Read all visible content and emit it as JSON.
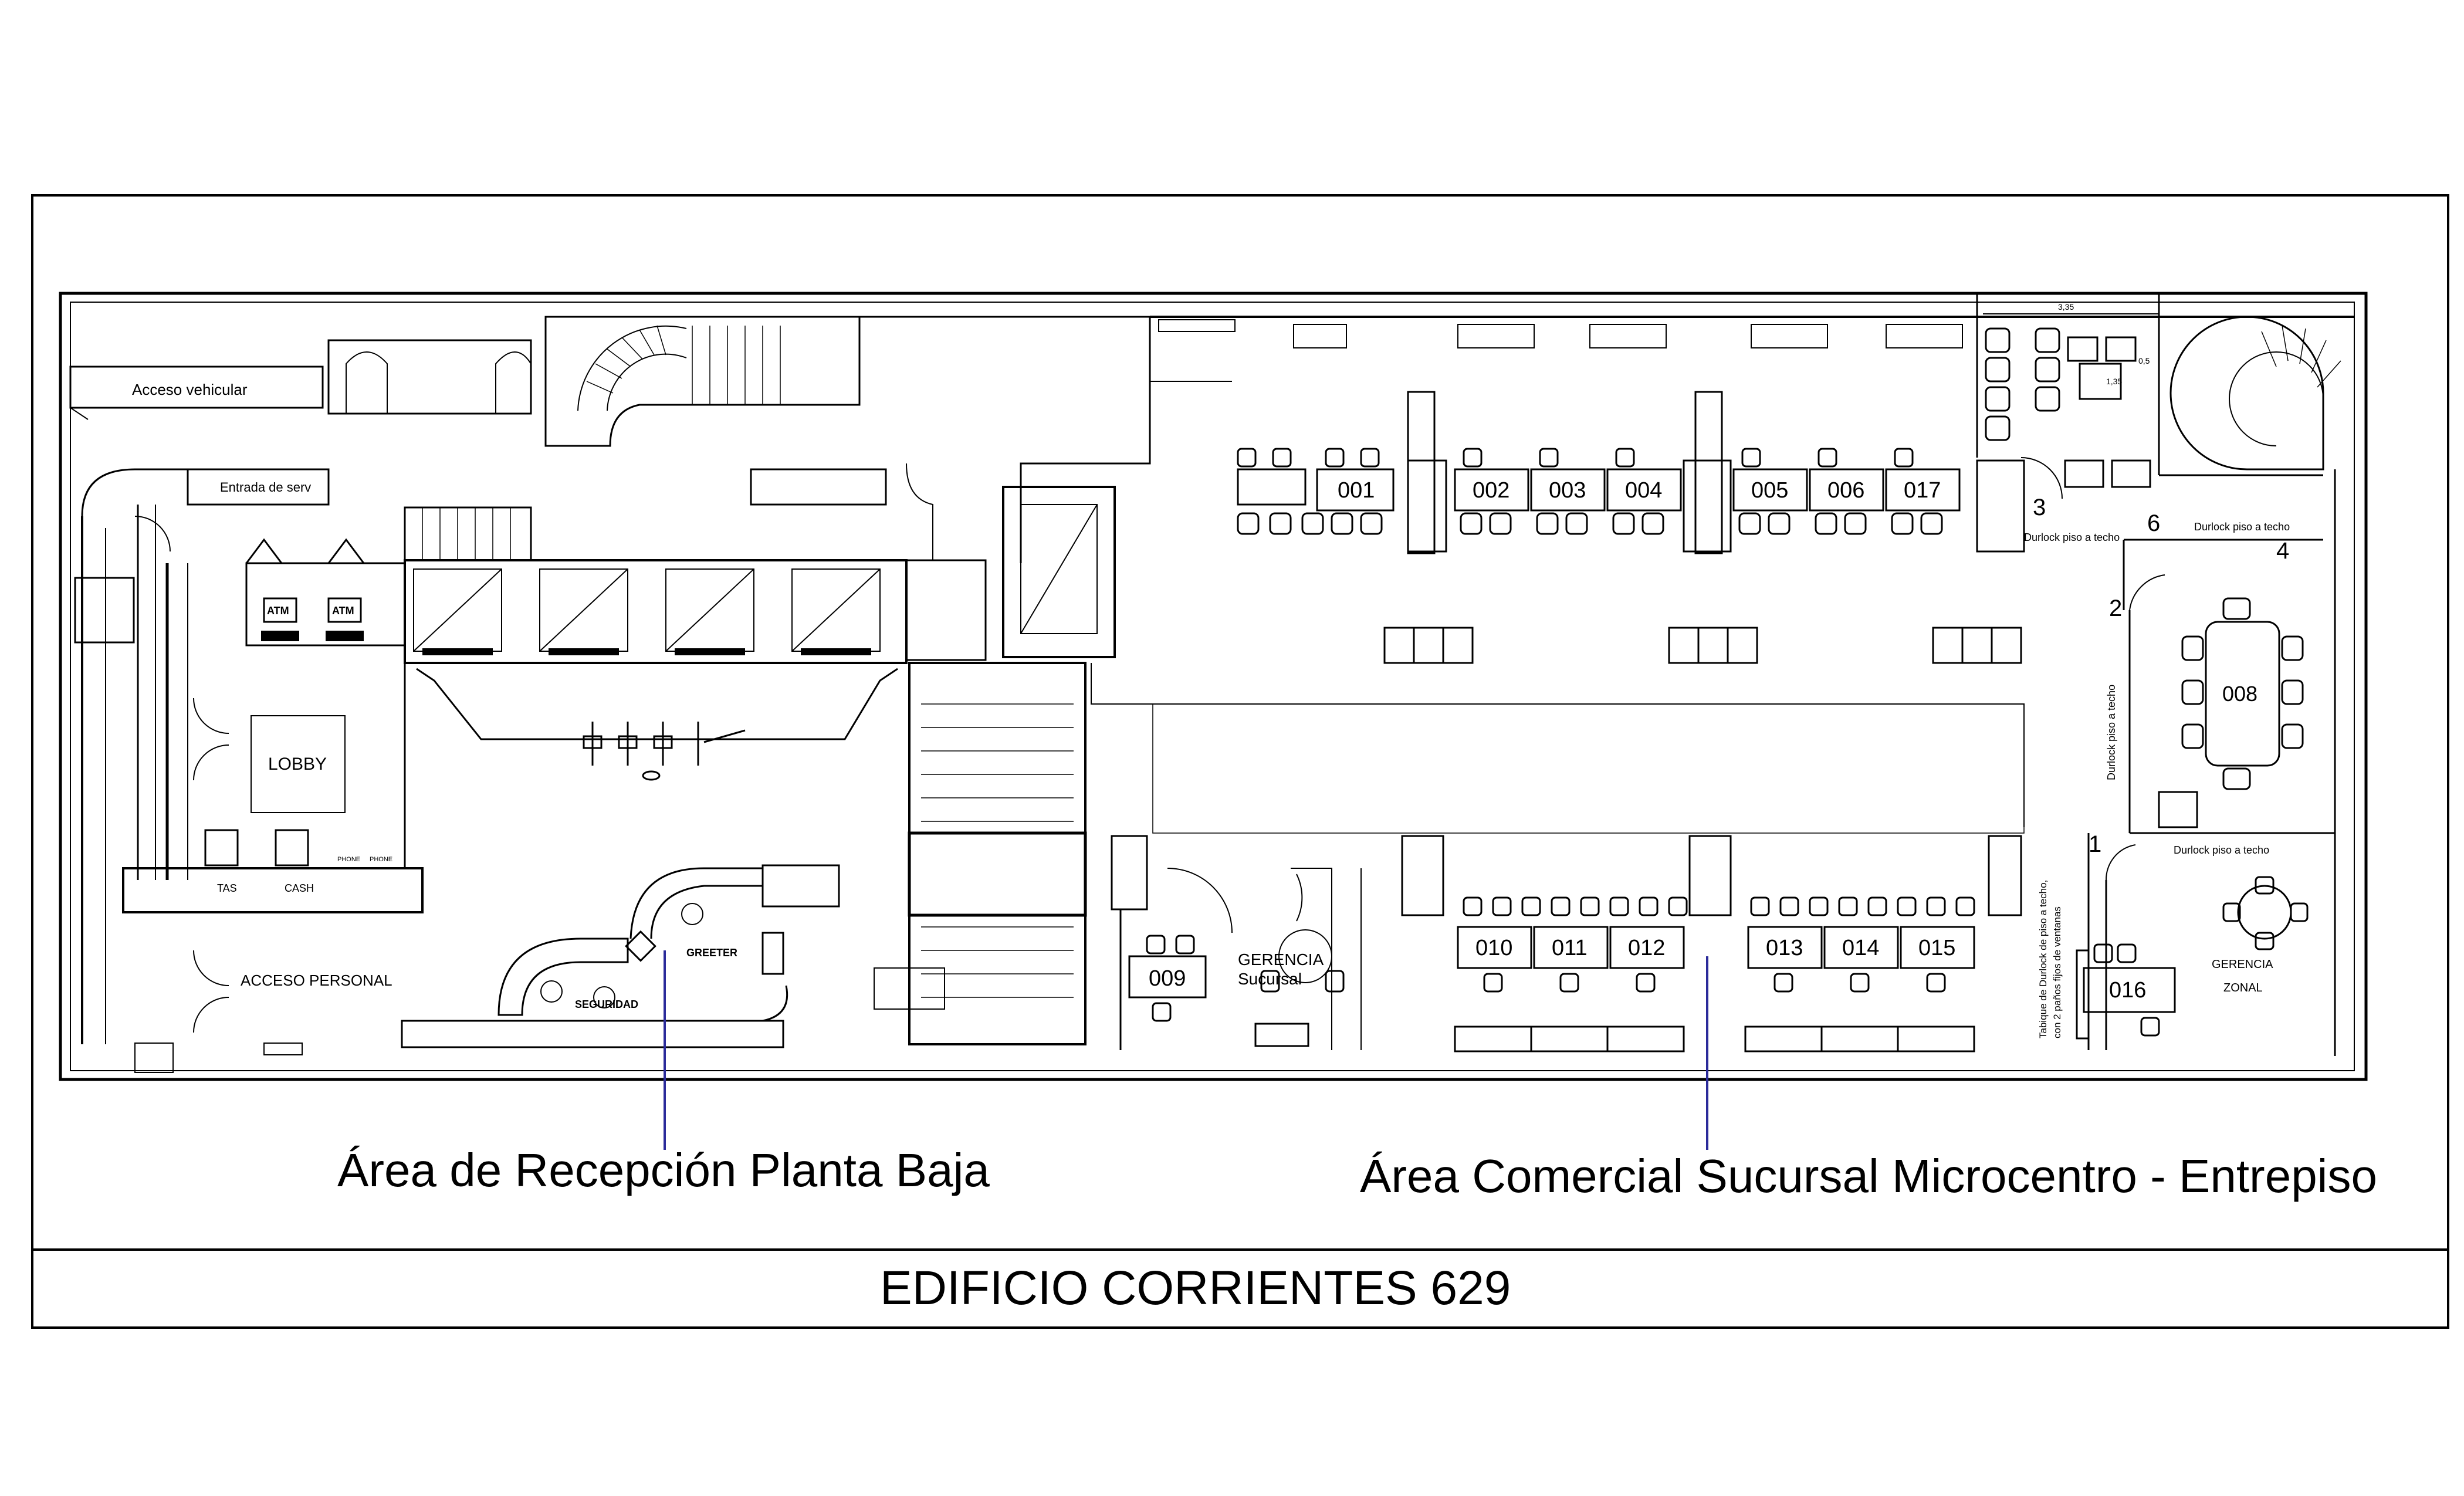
{
  "labels": {
    "acceso_vehicular": "Acceso vehicular",
    "entrada_serv": "Entrada de serv",
    "atm": "ATM",
    "lobby": "LOBBY",
    "tas": "TAS",
    "cash": "CASH",
    "phone": "PHONE",
    "acceso_personal": "ACCESO PERSONAL",
    "greeter": "GREETER",
    "seguridad": "SEGURIDAD",
    "gerencia_sucursal": "GERENCIA Sucursal",
    "gerencia_zonal_1": "GERENCIA",
    "gerencia_zonal_2": "ZONAL",
    "durlock": "Durlock piso a techo",
    "tabique_1": "Tabique de Durlock de piso a techo,",
    "tabique_2": "con 2 paños fijos de ventanas",
    "dim_top": "3,35",
    "dim_a": "0,5",
    "dim_b": "1,35",
    "door_nums": [
      "1",
      "2",
      "3",
      "4",
      "6"
    ]
  },
  "desks_top": [
    "001",
    "002",
    "003",
    "004",
    "005",
    "006",
    "017"
  ],
  "desks_bottom": [
    "010",
    "011",
    "012",
    "013",
    "014",
    "015"
  ],
  "rooms": {
    "sala": "008",
    "gerencia_sucursal_desk": "009",
    "gerencia_zonal_desk": "016"
  },
  "captions": {
    "left": "Área de Recepción Planta Baja",
    "right": "Área Comercial Sucursal Microcentro - Entrepiso"
  },
  "title": "EDIFICIO CORRIENTES 629",
  "colors": {
    "line": "#000000",
    "leader": "#2b2b9a",
    "background": "#ffffff"
  }
}
